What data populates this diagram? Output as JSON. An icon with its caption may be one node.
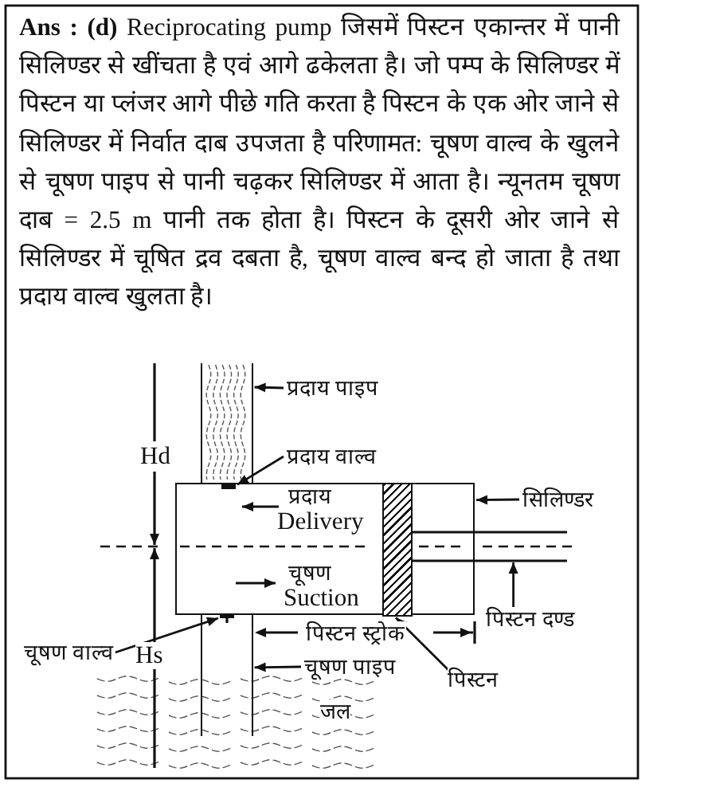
{
  "diagram": {
    "nodes": [
      {
        "text": [
          "प्रदाय पाइप"
        ]
      },
      {
        "text": [
          "प्रदाय वाल्व"
        ]
      },
      {
        "text": [
          "सिलिण्डर"
        ]
      },
      {
        "text": [
          "पिस्टन दण्ड"
        ]
      },
      {
        "text": [
          "चूषण वाल्व"
        ]
      },
      {
        "text": [
          "चूषण पाइप"
        ]
      },
      {
        "text": [
          "पिस्टन"
        ]
      },
      {
        "text": [],
        "shape": "pipe"
      },
      {
        "text": [
          "प्रदाय",
          "Delivery",
          "चूषण",
          "Suction"
        ]
      },
      {
        "text": [],
        "shape": "valve",
        "in": 8
      },
      {
        "text": [],
        "shape": "box",
        "in": 8
      },
      {
        "text": [],
        "shape": "rod"
      },
      {
        "text": [],
        "shape": "valve",
        "in": 13
      },
      {
        "text": [],
        "shape": "pipe"
      }
    ],
    "edges": [
      {
        "from": 0,
        "to": 7,
        "arrow": "to"
      },
      {
        "from": 1,
        "to": 9,
        "arrow": "to"
      },
      {
        "from": 2,
        "to": 8,
        "arrow": "to"
      },
      {
        "from": 3,
        "to": 11,
        "arrow": "to"
      },
      {
        "from": 4,
        "to": 12,
        "arrow": "to"
      },
      {
        "from": 5,
        "to": 13,
        "arrow": "to"
      },
      {
        "from": 6,
        "to": 10,
        "arrow": "to"
      }
    ],
    "labels": [
      "**Ans : (d)** Reciprocating pump जिसमें पिस्टन एकान्तर में पानी सिलिण्डर से खींचता है एवं आगे ढकेलता है। जो पम्प के सिलिण्डर में पिस्टन या प्लंजर आगे पीछे गति करता है पिस्टन के एक ओर जाने से सिलिण्डर में निर्वात दाब उपजता है परिणामत: चूषण वाल्व के खुलने से चूषण पाइप से पानी चढ़कर सिलिण्डर में आता है। न्यूनतम चूषण दाब = 2.5 m पानी तक होता है। पिस्टन के दूसरी ओर जाने से सिलिण्डर में चूषित द्रव दबता है, चूषण वाल्व बन्द हो जाता है तथा प्रदाय वाल्व खुलता है।",
      "Hd",
      "पिस्टन स्ट्रोक",
      "Hs",
      "जल"
    ]
  }
}
